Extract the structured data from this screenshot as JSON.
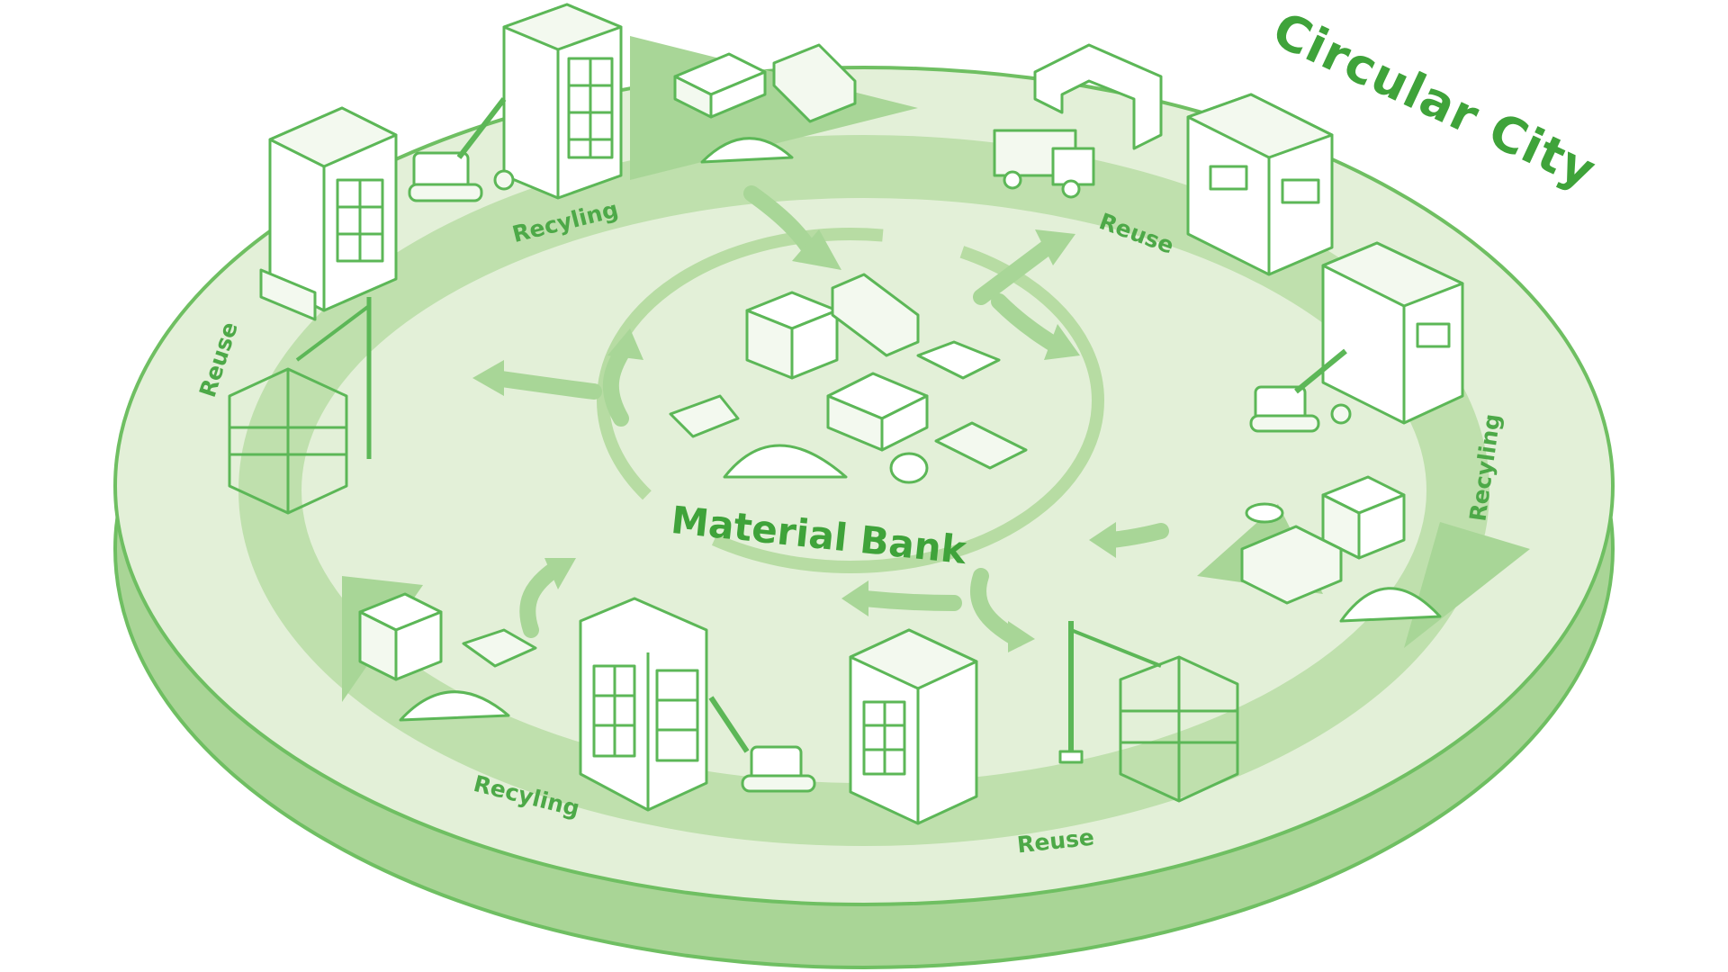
{
  "title": "Circular City",
  "center_label": "Material Bank",
  "cycle_labels": [
    {
      "id": "recycling-top",
      "text": "Recyling"
    },
    {
      "id": "reuse-left",
      "text": "Reuse"
    },
    {
      "id": "reuse-top-right",
      "text": "Reuse"
    },
    {
      "id": "recycling-right",
      "text": "Recyling"
    },
    {
      "id": "reuse-bottom",
      "text": "Reuse"
    },
    {
      "id": "recycling-bottom",
      "text": "Recyling"
    }
  ],
  "colors": {
    "disc_top": "#e3f0d8",
    "disc_side": "#a9d596",
    "disc_rim": "#7cc46f",
    "ring": "#bfe0ad",
    "arrow": "#9fd28c",
    "line": "#5cb757",
    "text": "#3fa33a"
  }
}
